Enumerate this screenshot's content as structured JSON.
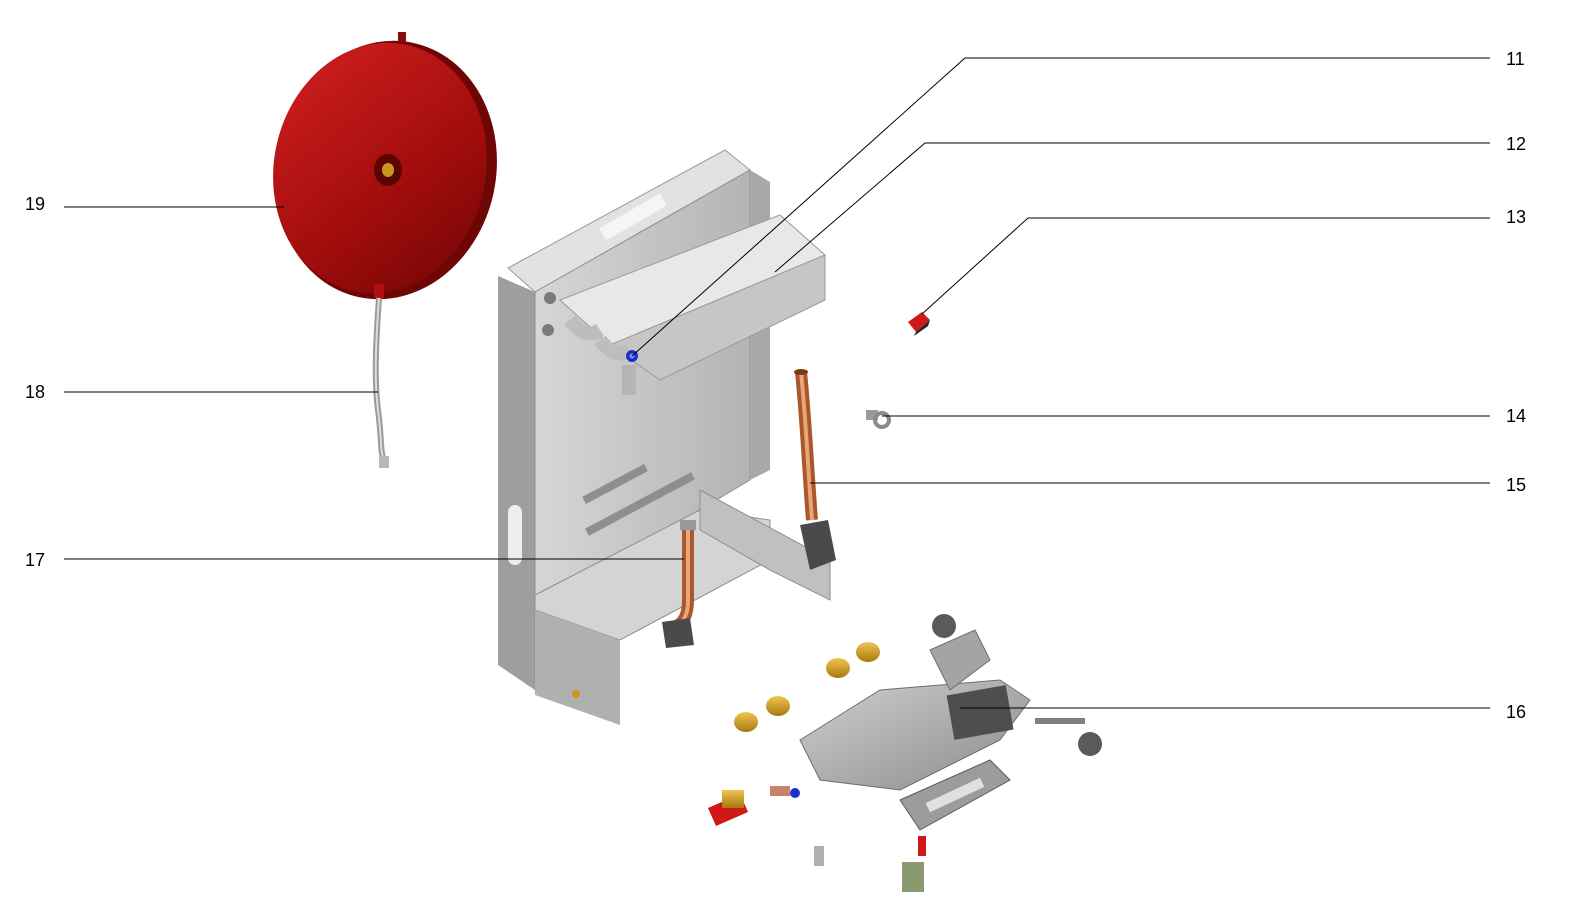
{
  "diagram": {
    "type": "exploded-parts-diagram",
    "callouts": [
      {
        "label": "11",
        "side": "right",
        "part": "air-vent-valve"
      },
      {
        "label": "12",
        "side": "right",
        "part": "manifold-bracket"
      },
      {
        "label": "13",
        "side": "right",
        "part": "red-plug"
      },
      {
        "label": "14",
        "side": "right",
        "part": "pipe-clip"
      },
      {
        "label": "15",
        "side": "right",
        "part": "copper-pipe-right"
      },
      {
        "label": "16",
        "side": "right",
        "part": "hydraulic-block"
      },
      {
        "label": "17",
        "side": "left",
        "part": "copper-pipe-left"
      },
      {
        "label": "18",
        "side": "left",
        "part": "flexible-hose"
      },
      {
        "label": "19",
        "side": "left",
        "part": "expansion-vessel"
      }
    ],
    "colors": {
      "frame": "#c4c4c4",
      "frame_dark": "#8f8f8f",
      "vessel": "#b01010",
      "vessel_dark": "#6e0606",
      "copper": "#c4703e",
      "brass": "#c9961f",
      "blue_valve": "#1830c8",
      "red_cap": "#d01818"
    }
  }
}
